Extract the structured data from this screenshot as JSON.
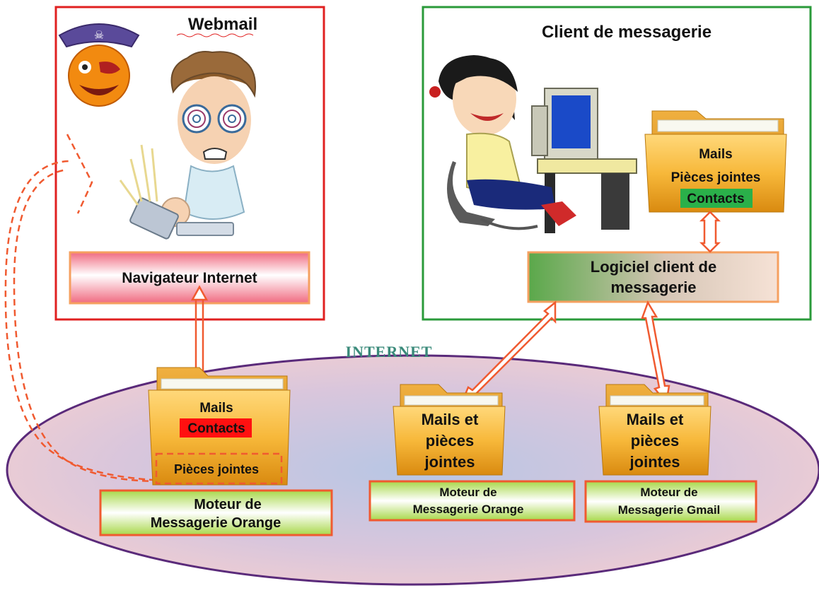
{
  "webmail": {
    "title": "Webmail",
    "browser_label": "Navigateur Internet"
  },
  "client": {
    "title": "Client de messagerie",
    "software_label_line1": "Logiciel client de",
    "software_label_line2": "messagerie",
    "folder": {
      "line1": "Mails",
      "line2": "Pièces jointes",
      "line3": "Contacts"
    }
  },
  "internet": {
    "label": "INTERNET",
    "folder_orange_web": {
      "line1": "Mails",
      "line2": "Contacts",
      "line3": "Pièces jointes"
    },
    "engine_orange_web": {
      "line1": "Moteur de",
      "line2": "Messagerie Orange"
    },
    "folder_orange_client": {
      "line1": "Mails et",
      "line2": "pièces",
      "line3": "jointes"
    },
    "engine_orange_client": {
      "line1": "Moteur de",
      "line2": "Messagerie Orange"
    },
    "folder_gmail": {
      "line1": "Mails et",
      "line2": "pièces",
      "line3": "jointes"
    },
    "engine_gmail": {
      "line1": "Moteur de",
      "line2": "Messagerie Gmail"
    }
  },
  "colors": {
    "webmail_border": "#e02020",
    "client_border": "#2a9a3a",
    "ellipse_border": "#5a2a7a",
    "arrow": "#f05a30",
    "contacts_red": "#ff1010",
    "contacts_green": "#2ab04a"
  }
}
